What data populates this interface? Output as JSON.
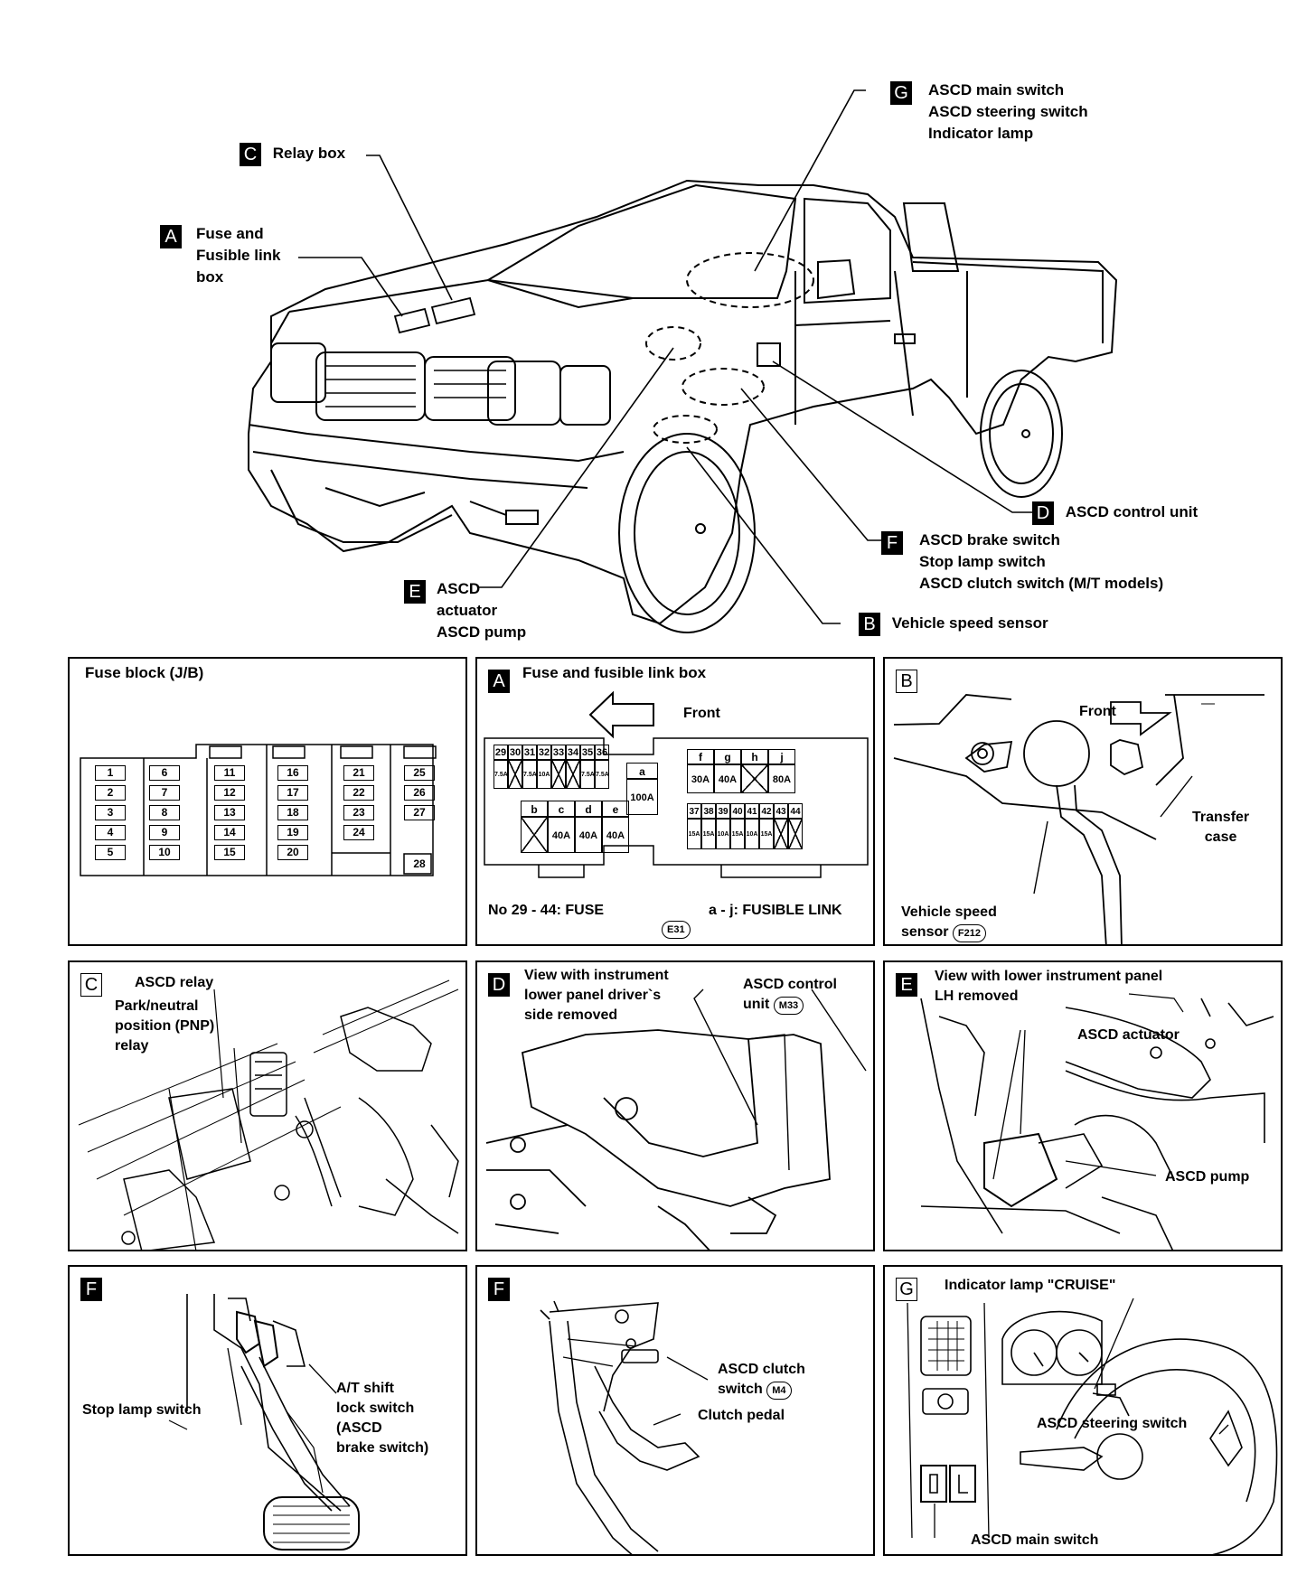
{
  "overview": {
    "G": {
      "badge": "G",
      "lines": [
        "ASCD main switch",
        "ASCD steering switch",
        "Indicator lamp"
      ]
    },
    "C": {
      "badge": "C",
      "label": "Relay box"
    },
    "A": {
      "badge": "A",
      "lines": [
        "Fuse and",
        "Fusible link",
        "box"
      ]
    },
    "D": {
      "badge": "D",
      "label": "ASCD control unit"
    },
    "F": {
      "badge": "F",
      "lines": [
        "ASCD brake switch",
        "Stop lamp switch",
        "ASCD clutch switch (M/T models)"
      ]
    },
    "E": {
      "badge": "E",
      "lines": [
        "ASCD",
        "actuator",
        "ASCD pump"
      ]
    },
    "B": {
      "badge": "B",
      "label": "Vehicle speed sensor"
    }
  },
  "panel_fuse_block": {
    "title": "Fuse block (J/B)",
    "fuses": [
      "1",
      "2",
      "3",
      "4",
      "5",
      "6",
      "7",
      "8",
      "9",
      "10",
      "11",
      "12",
      "13",
      "14",
      "15",
      "16",
      "17",
      "18",
      "19",
      "20",
      "21",
      "22",
      "23",
      "24",
      "25",
      "26",
      "27",
      "28"
    ]
  },
  "panel_a": {
    "badge": "A",
    "title": "Fuse and fusible link box",
    "front": "Front",
    "fuse_top_nums": [
      "29",
      "30",
      "31",
      "32",
      "33",
      "34",
      "35",
      "36"
    ],
    "fuse_top_vals": [
      "7.5A",
      "",
      "7.5A",
      "10A",
      "",
      "",
      "7.5A",
      "7.5A"
    ],
    "link_a": {
      "id": "a",
      "val": "100A"
    },
    "links_fj": {
      "ids": [
        "f",
        "g",
        "h",
        "j"
      ],
      "vals": [
        "30A",
        "40A",
        "",
        "80A"
      ]
    },
    "links_be": {
      "ids": [
        "b",
        "c",
        "d",
        "e"
      ],
      "vals": [
        "",
        "40A",
        "40A",
        "40A"
      ]
    },
    "fuse_bottom_nums": [
      "37",
      "38",
      "39",
      "40",
      "41",
      "42",
      "43",
      "44"
    ],
    "fuse_bottom_vals": [
      "15A",
      "15A",
      "10A",
      "15A",
      "10A",
      "15A",
      "",
      ""
    ],
    "caption_left": "No 29 - 44:  FUSE",
    "caption_right": "a - j:  FUSIBLE LINK",
    "connector": "E31"
  },
  "panel_b": {
    "badge": "B",
    "front": "Front",
    "transfer": [
      "Transfer",
      "case"
    ],
    "sensor": [
      "Vehicle speed",
      "sensor"
    ],
    "connector": "F212"
  },
  "panel_c": {
    "badge": "C",
    "relay": "ASCD relay",
    "pnp": [
      "Park/neutral",
      "position (PNP)",
      "relay"
    ]
  },
  "panel_d": {
    "badge": "D",
    "view": [
      "View with instrument",
      "lower panel driver`s",
      "side removed"
    ],
    "unit": [
      "ASCD control",
      "unit"
    ],
    "connector": "M33"
  },
  "panel_e": {
    "badge": "E",
    "view": [
      "View with lower instrument panel",
      "LH removed"
    ],
    "actuator": "ASCD actuator",
    "pump": "ASCD pump"
  },
  "panel_f1": {
    "badge": "F",
    "stop": "Stop lamp switch",
    "at": [
      "A/T shift",
      "lock switch",
      "(ASCD",
      "brake switch)"
    ]
  },
  "panel_f2": {
    "badge": "F",
    "clutch_sw": [
      "ASCD clutch",
      "switch"
    ],
    "connector": "M4",
    "pedal": "Clutch pedal"
  },
  "panel_g": {
    "badge": "G",
    "indicator": "Indicator lamp \"CRUISE\"",
    "steering": "ASCD steering switch",
    "main": "ASCD main switch"
  }
}
